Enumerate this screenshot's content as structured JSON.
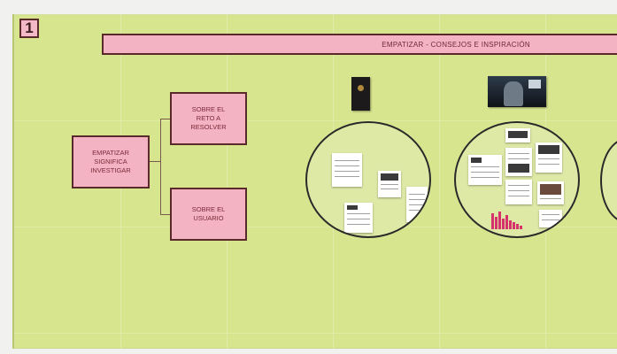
{
  "frame": {
    "number": "1"
  },
  "title_banner": {
    "text": "EMPATIZAR - CONSEJOS E INSPIRACIÓN"
  },
  "boxes": {
    "main": {
      "lines": [
        "EMPATIZAR",
        "SIGNIFICA",
        "INVESTIGAR"
      ]
    },
    "reto": {
      "lines": [
        "SOBRE EL",
        "RETO A",
        "RESOLVER"
      ]
    },
    "usuario": {
      "lines": [
        "SOBRE EL",
        "USUARIO"
      ]
    }
  },
  "colors": {
    "canvas": "#d8e58f",
    "box_fill": "#f4b3c2",
    "box_border": "#5a2a2a",
    "circle_border": "#2a2a2a"
  },
  "images": {
    "book": "book-cover-image",
    "photo": "person-photo-image"
  }
}
